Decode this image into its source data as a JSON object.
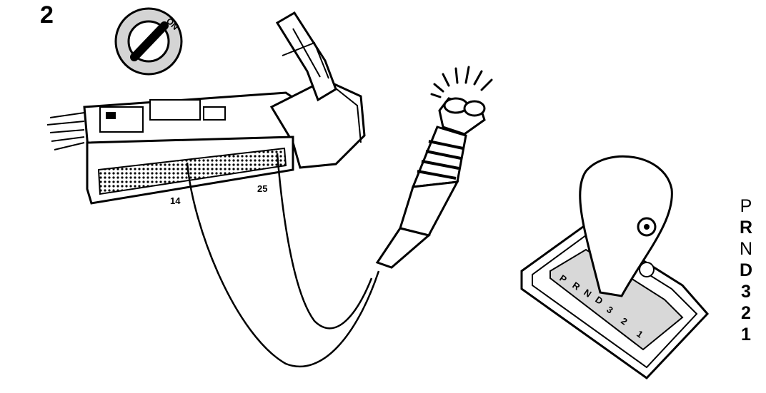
{
  "step_number": "2",
  "ignition": {
    "position_label": "ON"
  },
  "connector": {
    "pin_labels": [
      "14",
      "25"
    ]
  },
  "gear_selector": {
    "positions": [
      {
        "label": "P",
        "weight": "thin"
      },
      {
        "label": "R",
        "weight": "bold"
      },
      {
        "label": "N",
        "weight": "thin"
      },
      {
        "label": "D",
        "weight": "bold"
      },
      {
        "label": "3",
        "weight": "bold"
      },
      {
        "label": "2",
        "weight": "bold"
      },
      {
        "label": "1",
        "weight": "bold"
      }
    ]
  },
  "colors": {
    "ink": "#000000",
    "paper": "#ffffff",
    "shade": "#cfcfcf"
  }
}
